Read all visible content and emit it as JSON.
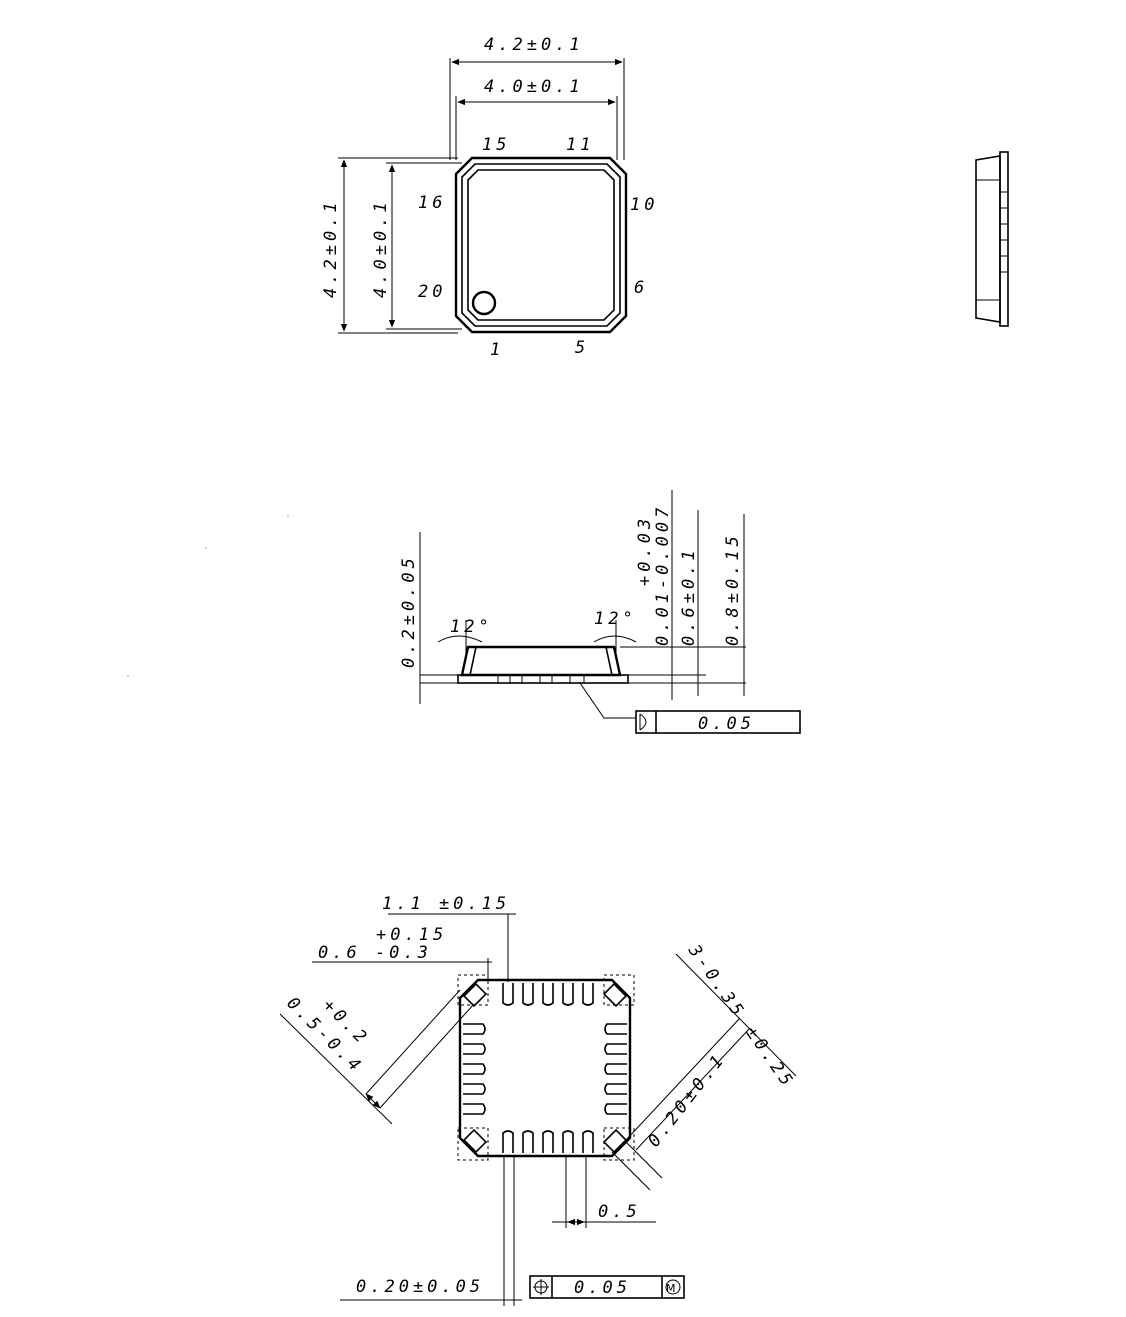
{
  "top_view": {
    "dim_outer_width": "4.2±0.1",
    "dim_inner_width": "4.0±0.1",
    "dim_outer_height": "4.2±0.1",
    "dim_inner_height": "4.0±0.1",
    "pin_15": "15",
    "pin_11": "11",
    "pin_16": "16",
    "pin_10": "10",
    "pin_20": "20",
    "pin_6": "6",
    "pin_1": "1",
    "pin_5": "5"
  },
  "side_view": {
    "dim_standoff": "0.2±0.05",
    "angle_left": "12°",
    "angle_right": "12°",
    "dim_gap_plus": "+0.03",
    "dim_gap_base": "0.01-0.007",
    "dim_body": "0.6±0.1",
    "dim_total": "0.8±0.15",
    "coplanarity_value": "0.05"
  },
  "bottom_view": {
    "dim_pad_length": "1.1 ±0.15",
    "dim_offset_plus": "+0.15",
    "dim_offset_base": "0.6 -0.3",
    "dim_corner_left": "0.5-0.4",
    "dim_corner_left_plus": "+0.2",
    "dim_corner_right": "3-0.35 ±0.25",
    "dim_corner_gap": "0.20±0.1",
    "dim_pitch": "0.5",
    "dim_pad_width": "0.20±0.05",
    "position_tolerance": "0.05"
  }
}
